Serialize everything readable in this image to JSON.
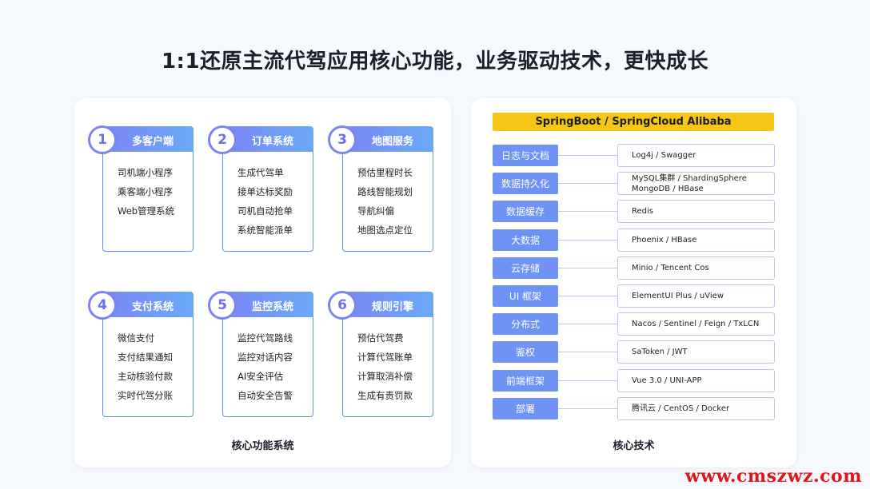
{
  "title": "1:1还原主流代驾应用核心功能，业务驱动技术，更快成长",
  "features": {
    "caption": "核心功能系统",
    "cards": [
      {
        "num": "1",
        "title": "多客户端",
        "items": [
          "司机端小程序",
          "乘客端小程序",
          "Web管理系统"
        ]
      },
      {
        "num": "2",
        "title": "订单系统",
        "items": [
          "生成代驾单",
          "接单达标奖励",
          "司机自动抢单",
          "系统智能派单"
        ]
      },
      {
        "num": "3",
        "title": "地图服务",
        "items": [
          "预估里程时长",
          "路线智能规划",
          "导航纠偏",
          "地图选点定位"
        ]
      },
      {
        "num": "4",
        "title": "支付系统",
        "items": [
          "微信支付",
          "支付结果通知",
          "主动核验付款",
          "实时代驾分账"
        ]
      },
      {
        "num": "5",
        "title": "监控系统",
        "items": [
          "监控代驾路线",
          "监控对话内容",
          "AI安全评估",
          "自动安全告警"
        ]
      },
      {
        "num": "6",
        "title": "规则引擎",
        "items": [
          "预估代驾费",
          "计算代驾账单",
          "计算取消补偿",
          "生成有责罚款"
        ]
      }
    ]
  },
  "tech": {
    "caption": "核心技术",
    "banner": "SpringBoot / SpringCloud Alibaba",
    "rows": [
      {
        "category": "日志与文档",
        "values": [
          "Log4j / Swagger"
        ]
      },
      {
        "category": "数据持久化",
        "values": [
          "MySQL集群 / ShardingSphere",
          "MongoDB / HBase"
        ]
      },
      {
        "category": "数据缓存",
        "values": [
          "Redis"
        ]
      },
      {
        "category": "大数据",
        "values": [
          "Phoenix / HBase"
        ]
      },
      {
        "category": "云存储",
        "values": [
          "Minio / Tencent Cos"
        ]
      },
      {
        "category": "UI 框架",
        "values": [
          "ElementUI Plus / uView"
        ]
      },
      {
        "category": "分布式",
        "values": [
          "Nacos / Sentinel / Feign / TxLCN"
        ]
      },
      {
        "category": "鉴权",
        "values": [
          "SaToken / JWT"
        ]
      },
      {
        "category": "前端框架",
        "values": [
          "Vue 3.0 / UNI-APP"
        ]
      },
      {
        "category": "部署",
        "values": [
          "腾讯云 / CentOS / Docker"
        ]
      }
    ]
  },
  "watermark": "www.cmszwz.com",
  "colors": {
    "accent": "#6f93f4",
    "banner": "#f5c518",
    "watermark": "#d9191c"
  }
}
